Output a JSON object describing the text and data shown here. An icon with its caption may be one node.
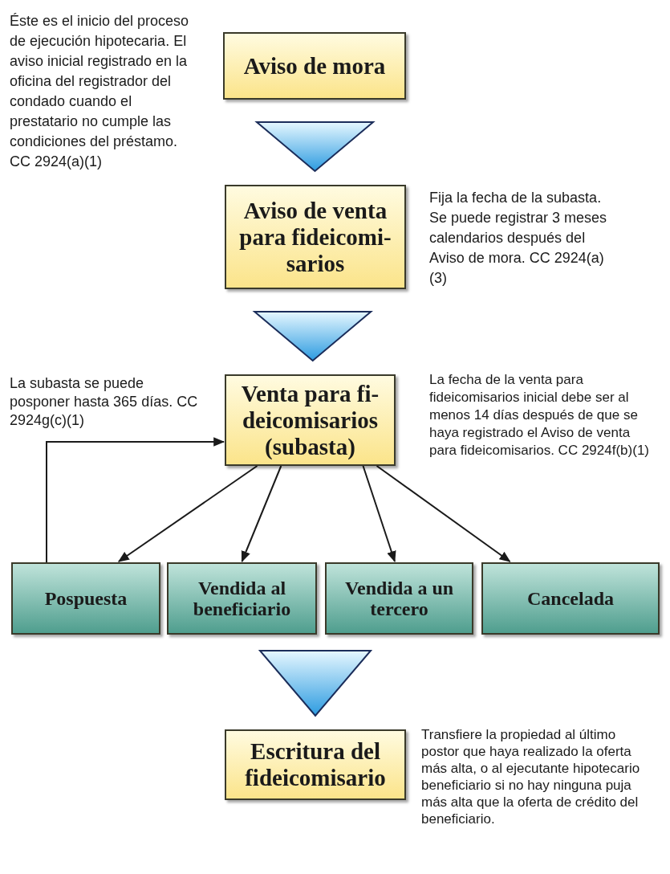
{
  "diagram": {
    "nodes": [
      {
        "text": [
          "Aviso de mora"
        ],
        "beside": [
          "Éste es el inicio del proceso de ejecución hipotecaria. El aviso inicial registrado en la oficina del registrador del condado cuando el prestatario no cumple las condiciones del préstamo. CC 2924(a)(1)"
        ]
      },
      {
        "text": [
          "Aviso de venta para fideicomi-sarios"
        ],
        "beside": [
          "Fija la fecha de la subasta. Se puede registrar 3 meses calendarios después del Aviso de mora. CC 2924(a)(3)"
        ]
      },
      {
        "text": [
          "Venta para fi-deicomisarios (subasta)"
        ],
        "beside": [
          "La subasta se puede posponer hasta 365 días. CC 2924g(c)(1)",
          "La fecha de la venta para fideicomisarios inicial debe ser al menos 14 días después de que se haya registrado el Aviso de venta para fideicomisarios. CC 2924f(b)(1)"
        ]
      },
      {
        "text": [
          "Pospuesta"
        ]
      },
      {
        "text": [
          "Vendida al beneficiario"
        ]
      },
      {
        "text": [
          "Vendida a un tercero"
        ]
      },
      {
        "text": [
          "Cancelada"
        ]
      },
      {
        "text": [
          "Escritura del fideicomisario"
        ],
        "beside": [
          "Transfiere la propiedad al último postor que haya realizado la oferta más alta, o al ejecutante hipotecario beneficiario si no hay ninguna puja más alta que la oferta de crédito del beneficiario."
        ]
      }
    ],
    "edges": [
      {
        "from": 0,
        "to": 1,
        "arrow": "to"
      },
      {
        "from": 1,
        "to": 2,
        "arrow": "to"
      },
      {
        "from": 2,
        "to": 3,
        "arrow": "to"
      },
      {
        "from": 2,
        "to": 4,
        "arrow": "to"
      },
      {
        "from": 2,
        "to": 5,
        "arrow": "to"
      },
      {
        "from": 2,
        "to": 6,
        "arrow": "to"
      },
      {
        "from": 3,
        "to": 2,
        "arrow": "to"
      },
      {
        "from": null,
        "to": 7,
        "arrow": "to"
      }
    ]
  }
}
